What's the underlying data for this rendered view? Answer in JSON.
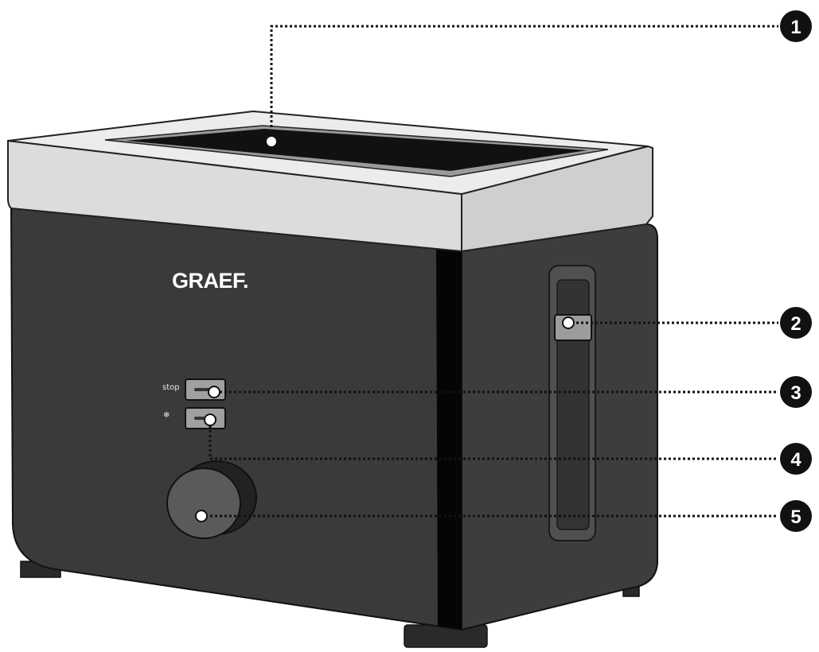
{
  "product": {
    "brand_label": "GRAEF.",
    "stop_button_label": "stop",
    "defrost_button_label": "❄"
  },
  "callouts": [
    {
      "number": "1",
      "target": "bread slot"
    },
    {
      "number": "2",
      "target": "slot lever"
    },
    {
      "number": "3",
      "target": "stop button"
    },
    {
      "number": "4",
      "target": "defrost button"
    },
    {
      "number": "5",
      "target": "browning control knob"
    }
  ],
  "colors": {
    "body": "#3a3a3a",
    "top_housing": "#dcdcdc",
    "slot": "#111111",
    "seam": "#050505",
    "callout_circle": "#111111"
  }
}
